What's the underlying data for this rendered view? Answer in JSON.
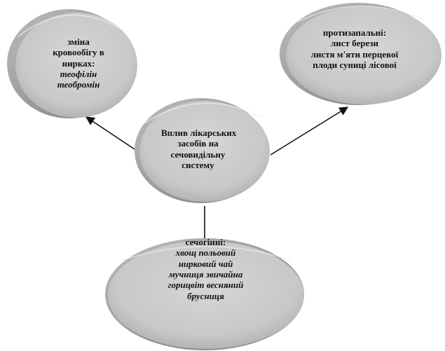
{
  "diagram": {
    "center": {
      "lines": [
        "Вплив лікарських",
        "засобів на",
        "сечовидільну",
        "систему"
      ]
    },
    "top_left": {
      "title_lines": [
        "зміна",
        "кровообігу в",
        "нирках:"
      ],
      "items": [
        "теофілін",
        "теобромін"
      ]
    },
    "top_right": {
      "title": "протизапальні:",
      "items": [
        "лист берези",
        "листя м'яти перцевої",
        "плоди суниці лісової"
      ]
    },
    "bottom": {
      "title": "сечогінні:",
      "items": [
        "хвощ польовий",
        "нирковий чай",
        "мучниця звичайна",
        "горицвіт весняний",
        "брусниця"
      ]
    }
  },
  "colors": {
    "disc_fill": "#c9c9c9",
    "disc_shadow": "#8f8f8f",
    "disc_highlight": "#e6e6e6",
    "arrow": "#111111",
    "text": "#111111"
  }
}
